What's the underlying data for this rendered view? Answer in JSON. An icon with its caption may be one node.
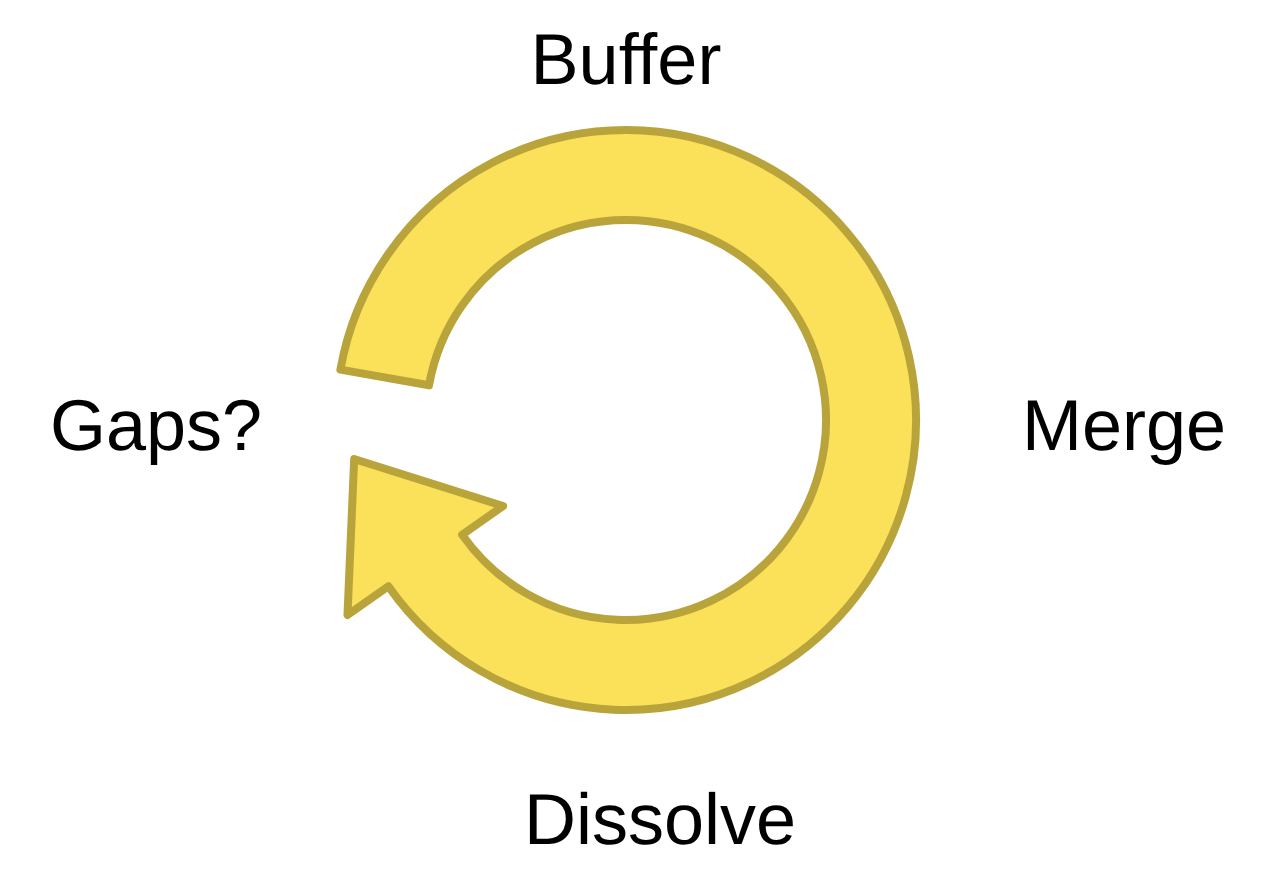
{
  "diagram": {
    "labels": [
      "Buffer",
      "Gaps?",
      "Merge",
      "Dissolve"
    ]
  }
}
